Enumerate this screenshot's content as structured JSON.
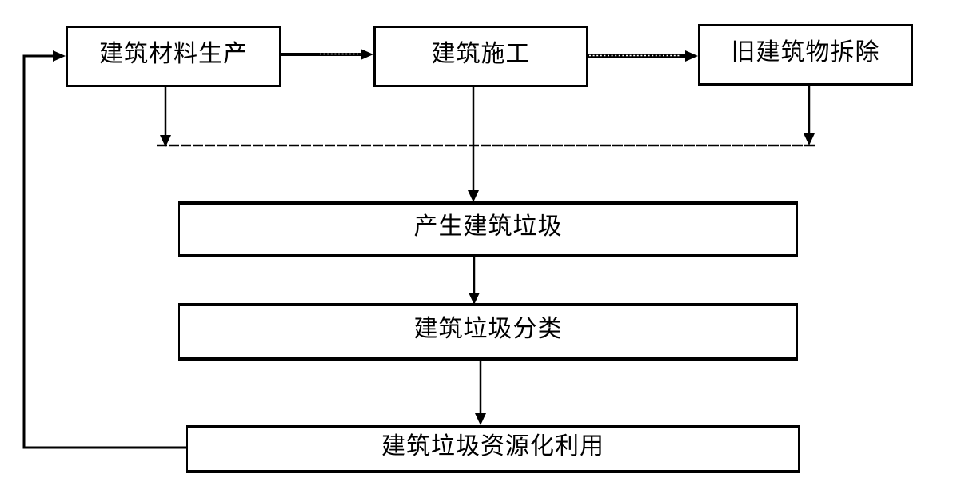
{
  "diagram": {
    "background_color": "#ffffff",
    "line_color": "#000000",
    "text_color": "#000000",
    "nodes": [
      {
        "id": "materials-production",
        "label": "建筑材料生产"
      },
      {
        "id": "building-construction",
        "label": "建筑施工"
      },
      {
        "id": "old-building-demolition",
        "label": "旧建筑物拆除"
      },
      {
        "id": "waste-generation",
        "label": "产生建筑垃圾"
      },
      {
        "id": "waste-classification",
        "label": "建筑垃圾分类"
      },
      {
        "id": "waste-resource-utilization",
        "label": "建筑垃圾资源化利用"
      }
    ],
    "edges": [
      {
        "from": "materials-production",
        "to": "building-construction",
        "style": "thick-arrow-with-dots"
      },
      {
        "from": "building-construction",
        "to": "old-building-demolition",
        "style": "thick-dotted-arrow"
      },
      {
        "from": "materials-production",
        "to": "collector-dashed-line",
        "style": "down-arrow"
      },
      {
        "from": "old-building-demolition",
        "to": "collector-dashed-line",
        "style": "down-arrow"
      },
      {
        "from": "building-construction",
        "to": "waste-generation",
        "style": "down-arrow-through-collector"
      },
      {
        "from": "waste-generation",
        "to": "waste-classification",
        "style": "down-arrow"
      },
      {
        "from": "waste-classification",
        "to": "waste-resource-utilization",
        "style": "down-arrow"
      },
      {
        "from": "waste-resource-utilization",
        "to": "materials-production",
        "style": "feedback-loop-left-side"
      }
    ]
  }
}
